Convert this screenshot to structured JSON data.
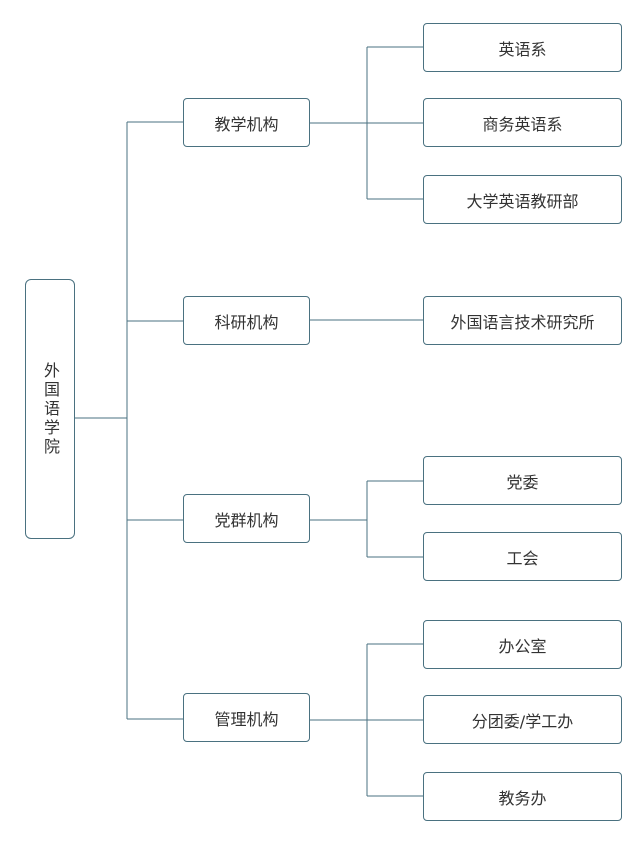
{
  "root": {
    "label": "外国语学院"
  },
  "branches": [
    {
      "label": "教学机构",
      "children": [
        {
          "label": "英语系"
        },
        {
          "label": "商务英语系"
        },
        {
          "label": "大学英语教研部"
        }
      ]
    },
    {
      "label": "科研机构",
      "children": [
        {
          "label": "外国语言技术研究所"
        }
      ]
    },
    {
      "label": "党群机构",
      "children": [
        {
          "label": "党委"
        },
        {
          "label": "工会"
        }
      ]
    },
    {
      "label": "管理机构",
      "children": [
        {
          "label": "办公室"
        },
        {
          "label": "分团委/学工办"
        },
        {
          "label": "教务办"
        }
      ]
    }
  ],
  "colors": {
    "line": "#4a7180",
    "border": "#4a7180",
    "text": "#333333"
  }
}
